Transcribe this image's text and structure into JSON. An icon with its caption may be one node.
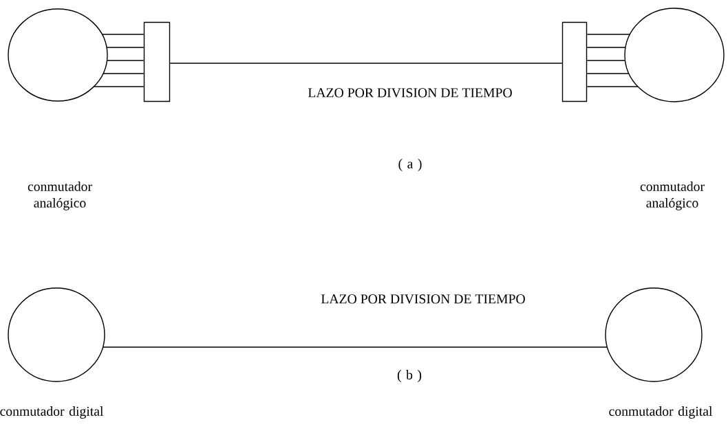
{
  "diagram": {
    "nodes": [
      {
        "text": [],
        "shape": "circle"
      },
      {
        "text": [],
        "shape": "box"
      },
      {
        "text": [],
        "shape": "box"
      },
      {
        "text": [],
        "shape": "circle"
      },
      {
        "text": [],
        "shape": "circle",
        "beside": [
          "conmutador digital"
        ]
      },
      {
        "text": [],
        "shape": "circle",
        "beside": [
          "conmutador digital"
        ]
      }
    ],
    "edges": [
      {
        "from": 0,
        "to": 1,
        "arrow": "none"
      },
      {
        "from": 0,
        "to": 1,
        "arrow": "none"
      },
      {
        "from": 0,
        "to": 1,
        "arrow": "none"
      },
      {
        "from": 0,
        "to": 1,
        "arrow": "none"
      },
      {
        "from": 0,
        "to": 1,
        "arrow": "none"
      },
      {
        "from": 1,
        "to": 2,
        "arrow": "none",
        "label": "LAZO POR DIVISION DE TIEMPO"
      },
      {
        "from": 2,
        "to": 3,
        "arrow": "none"
      },
      {
        "from": 2,
        "to": 3,
        "arrow": "none"
      },
      {
        "from": 2,
        "to": 3,
        "arrow": "none"
      },
      {
        "from": 2,
        "to": 3,
        "arrow": "none"
      },
      {
        "from": 2,
        "to": 3,
        "arrow": "none"
      },
      {
        "from": 4,
        "to": 5,
        "arrow": "none",
        "label": "LAZO POR DIVISION DE TIEMPO"
      }
    ],
    "labels": [
      "( a )",
      "conmutador analógico",
      "conmutador analógico",
      "( b )"
    ]
  }
}
